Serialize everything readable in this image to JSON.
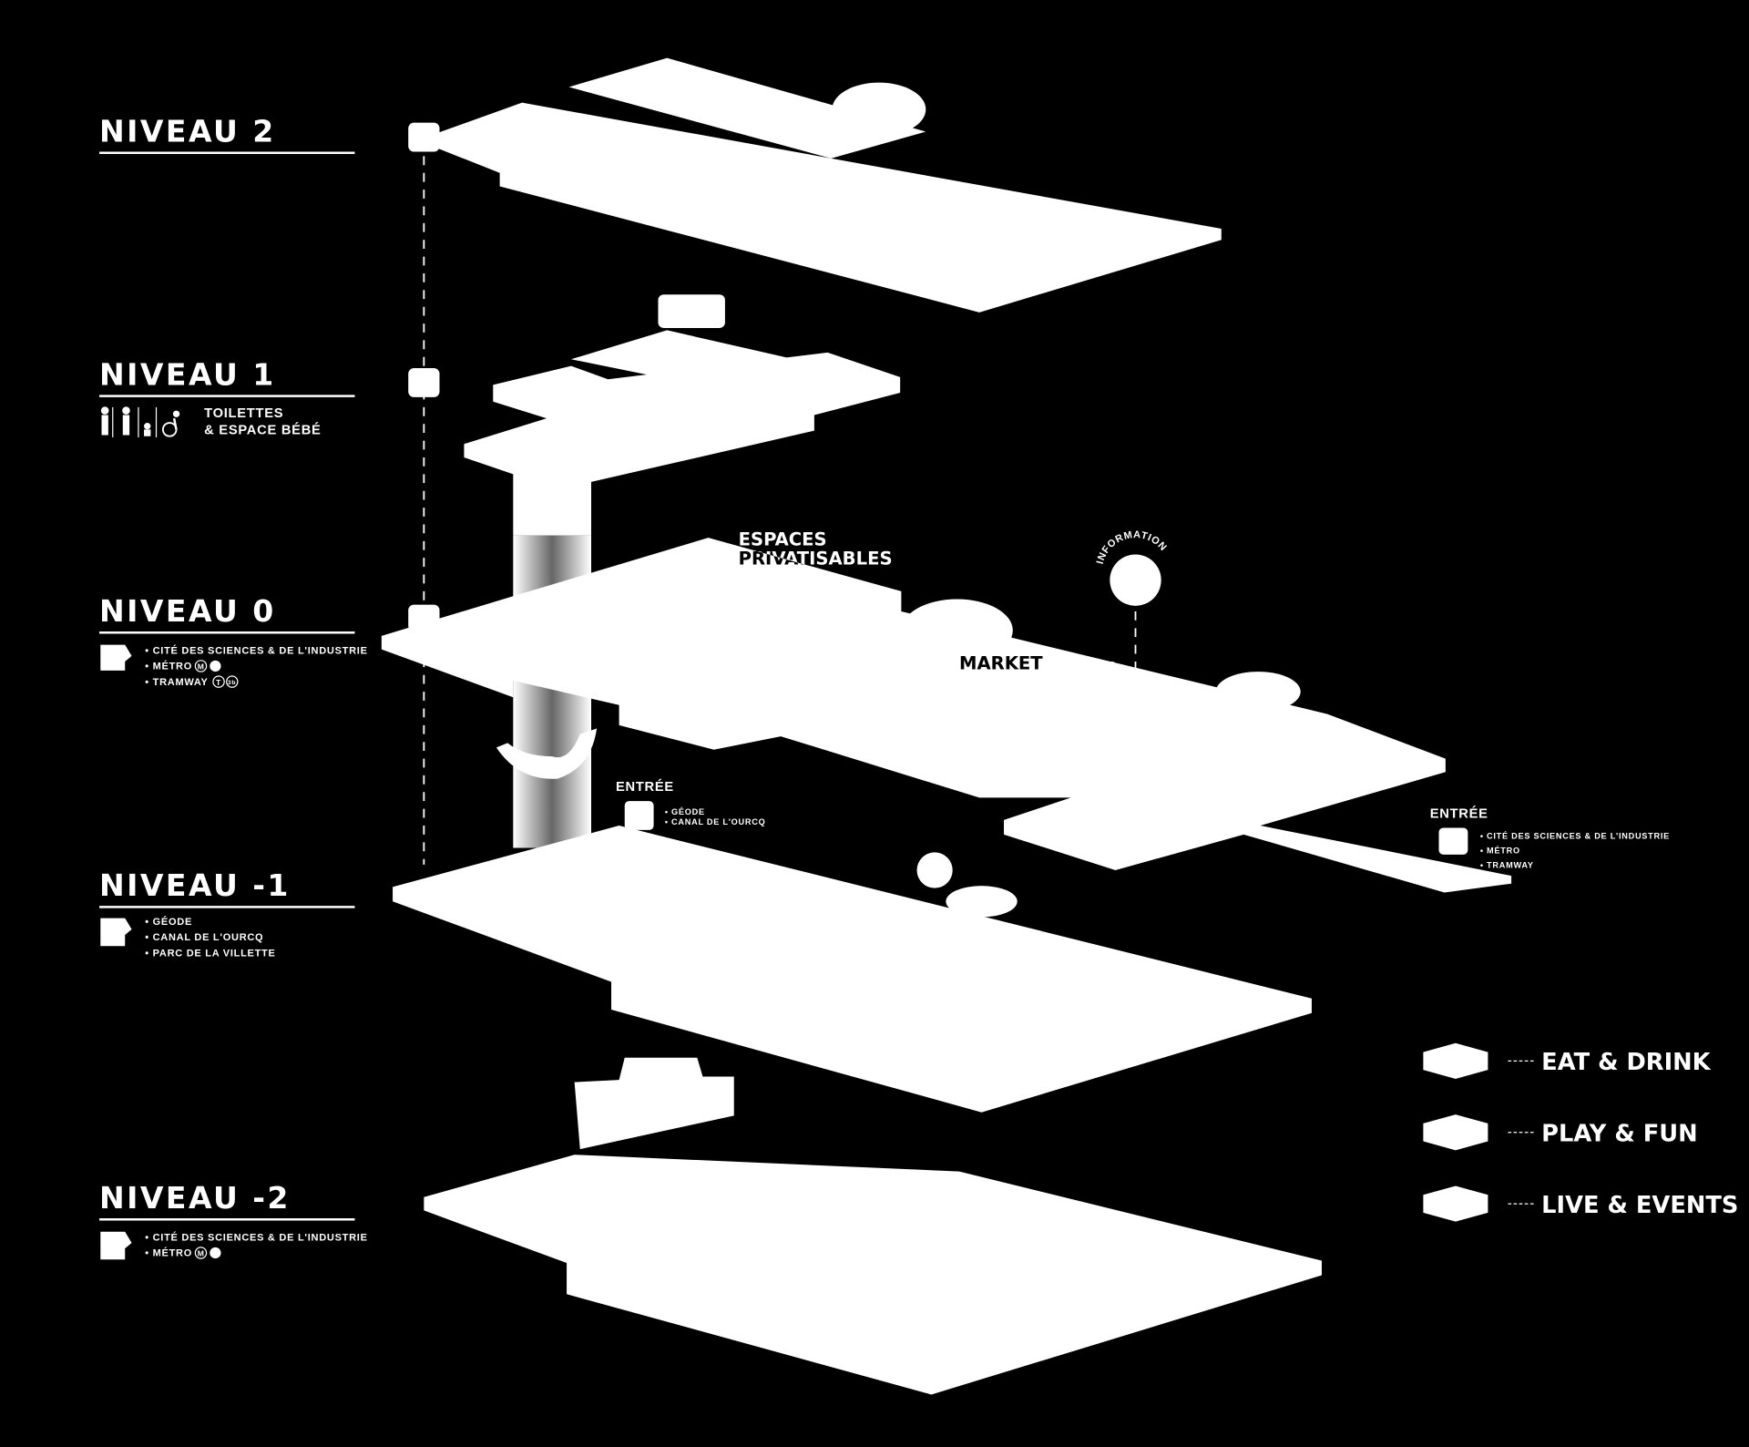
{
  "levels": [
    {
      "id": "niveau-2",
      "title": "NIVEAU 2"
    },
    {
      "id": "niveau-1",
      "title": "NIVEAU 1",
      "facilities": "TOILETTES",
      "facilities_2": "& ESPACE BÉBÉ"
    },
    {
      "id": "niveau-0",
      "title": "NIVEAU 0",
      "exits": [
        "• CITÉ DES SCIENCES & DE L'INDUSTRIE",
        "• MÉTRO",
        "• TRAMWAY"
      ]
    },
    {
      "id": "niveau-m1",
      "title": "NIVEAU -1",
      "exits": [
        "• GÉODE",
        "• CANAL DE L'OURCQ",
        "• PARC DE LA VILLETTE"
      ]
    },
    {
      "id": "niveau-m2",
      "title": "NIVEAU -2",
      "exits": [
        "• CITÉ DES SCIENCES & DE L'INDUSTRIE",
        "• MÉTRO"
      ]
    }
  ],
  "map_labels": {
    "espaces_1": "ESPACES",
    "espaces_2": "PRIVATISABLES",
    "market": "MARKET",
    "information": "INFORMATION",
    "entree_a": {
      "title": "ENTRÉE",
      "items": [
        "• GÉODE",
        "• CANAL DE L'OURCQ"
      ]
    },
    "entree_b": {
      "title": "ENTRÉE",
      "items": [
        "• CITÉ DES SCIENCES & DE L'INDUSTRIE",
        "• MÉTRO",
        "• TRAMWAY"
      ]
    }
  },
  "transit_symbols": {
    "metro": "M",
    "tram": "T",
    "tram_line": "3b"
  },
  "legend": [
    {
      "label": "EAT & DRINK"
    },
    {
      "label": "PLAY & FUN"
    },
    {
      "label": "LIVE & EVENTS"
    }
  ],
  "colors": {
    "background": "#000000",
    "foreground": "#ffffff"
  }
}
